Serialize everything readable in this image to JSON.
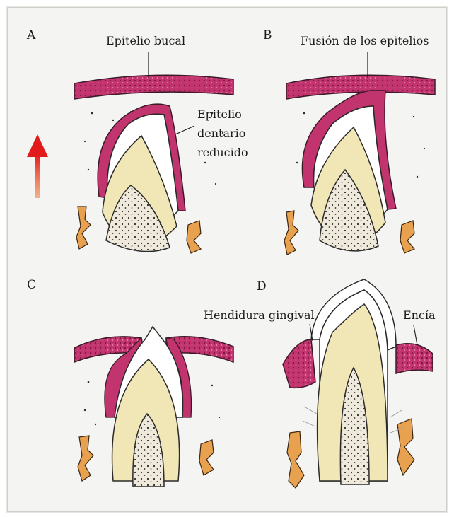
{
  "panels": {
    "a": {
      "letter": "A",
      "label_top": "Epitelio bucal",
      "label_side_lines": [
        "Epitelio",
        "dentario",
        "reducido"
      ]
    },
    "b": {
      "letter": "B",
      "label_top": "Fusión de los epitelios"
    },
    "c": {
      "letter": "C"
    },
    "d": {
      "letter": "D",
      "label_left": "Hendidura gingival",
      "label_right": "Encía"
    }
  },
  "colors": {
    "epithelium": "#c2346e",
    "enamel_space": "#ffffff",
    "dentin": "#f1e6b5",
    "pulp": "#efe9dc",
    "bone": "#e8a24f",
    "arrow_top": "#e11b1b",
    "arrow_bottom": "#f07a3a",
    "background": "#f4f4f2"
  },
  "icons": {
    "arrow": "eruption-direction-arrow-icon"
  }
}
